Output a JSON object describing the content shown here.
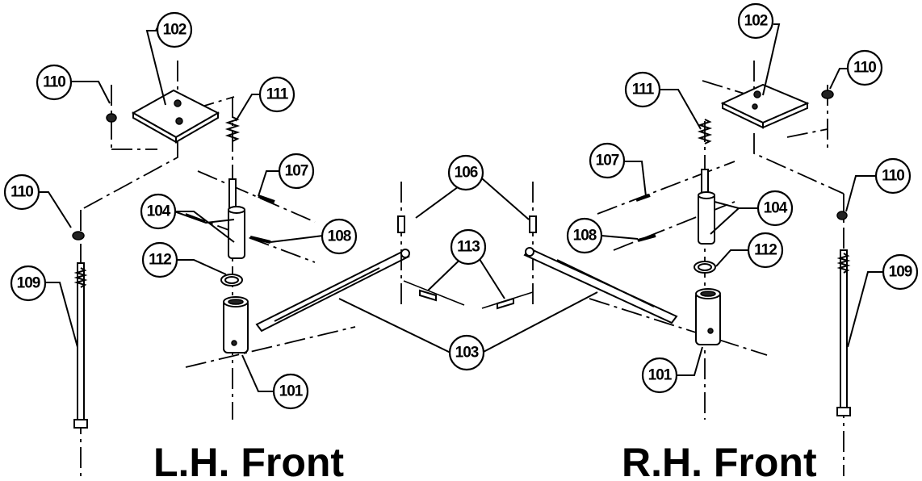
{
  "titles": {
    "left": "L.H. Front",
    "right": "R.H. Front"
  },
  "callouts": {
    "c102L": "102",
    "c110L_top": "110",
    "c111L": "111",
    "c107L": "107",
    "c110L_mid": "110",
    "c104L": "104",
    "c108L": "108",
    "c112L": "112",
    "c109L": "109",
    "c101L": "101",
    "c106a": "106",
    "c106b": "106",
    "c113": "113",
    "c103": "103",
    "c102R": "102",
    "c110R_top": "110",
    "c111R": "111",
    "c107R": "107",
    "c104R": "104",
    "c108R": "108",
    "c110R_mid": "110",
    "c112R": "112",
    "c109R": "109",
    "c101R": "101"
  }
}
